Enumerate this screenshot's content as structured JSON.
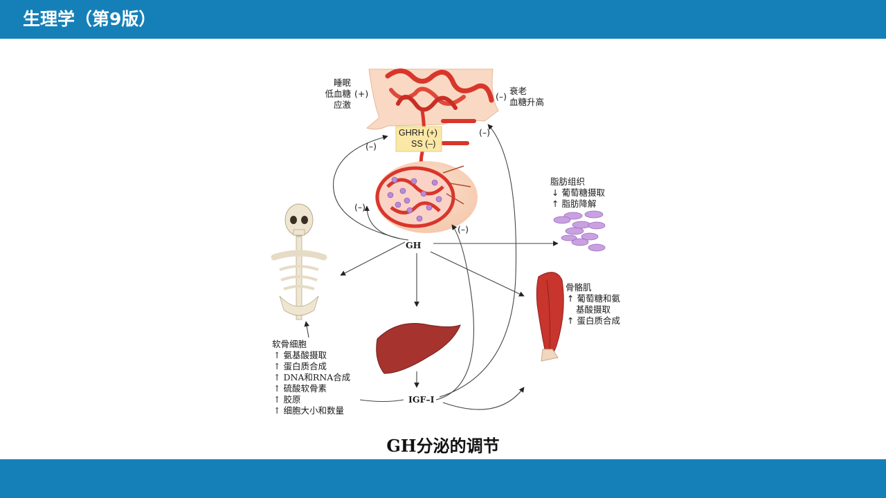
{
  "header": {
    "title": "生理学（第9版）"
  },
  "caption": "GH分泌的调节",
  "diagram": {
    "hypothalamus_inputs": [
      "睡眠",
      "低血糖",
      "应激"
    ],
    "hypothalamus_inputs_sign": "(+)",
    "hypothalamus_inhibit_sign": "(–)",
    "hypothalamus_inhibit": [
      "衰老",
      "血糖升高"
    ],
    "ghrh_label": "GHRH (+)",
    "ss_label": "SS (–)",
    "feedback_signs": [
      "(–)",
      "(–)",
      "(–)",
      "(–)"
    ],
    "hub": "GH",
    "igf": "IGF–I",
    "adipose": {
      "title": "脂肪组织",
      "lines": [
        "↓ 葡萄糖摄取",
        "↑ 脂肪降解"
      ]
    },
    "muscle": {
      "title": "骨骼肌",
      "lines": [
        "↑ 葡萄糖和氨",
        "基酸摄取",
        "↑ 蛋白质合成"
      ]
    },
    "cartilage": {
      "title": "软骨细胞",
      "lines": [
        "↑ 氨基酸摄取",
        "↑ 蛋白质合成",
        "↑ DNA和RNA合成",
        "↑ 硫酸软骨素",
        "↑ 胶原",
        "↑ 细胞大小和数量"
      ]
    }
  }
}
